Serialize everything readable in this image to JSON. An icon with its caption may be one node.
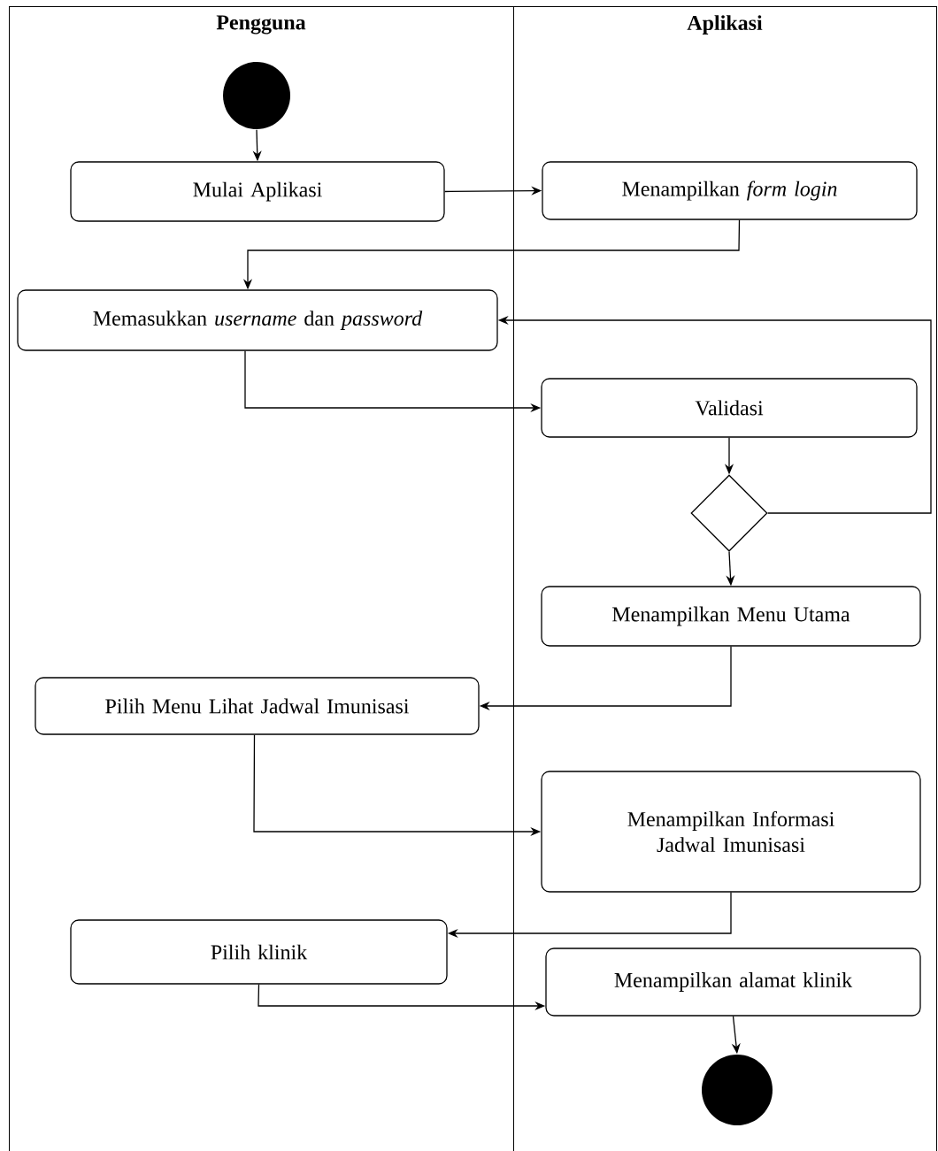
{
  "diagram": {
    "nodes": [
      {
        "text": [
          "Pengguna"
        ]
      },
      {
        "text": [
          "Aplikasi"
        ]
      },
      {
        "text": [],
        "shape": "circle",
        "in": 0
      },
      {
        "text": [
          "Mulai Aplikasi"
        ],
        "in": 0
      },
      {
        "text": [
          "Menampilkan *form login*"
        ],
        "in": 1
      },
      {
        "text": [
          "Memasukkan *username* dan *password*"
        ],
        "in": 0
      },
      {
        "text": [
          "Validasi"
        ],
        "in": 1
      },
      {
        "text": [],
        "shape": "diamond",
        "in": 1
      },
      {
        "text": [
          "Menampilkan Menu Utama"
        ],
        "in": 1
      },
      {
        "text": [
          "Pilih Menu Lihat Jadwal Imunisasi"
        ],
        "in": 0
      },
      {
        "text": [
          "Menampilkan Informasi Jadwal Imunisasi"
        ],
        "in": 1
      },
      {
        "text": [
          "Pilih klinik"
        ],
        "in": 0
      },
      {
        "text": [
          "Menampilkan alamat klinik"
        ],
        "in": 1
      },
      {
        "text": [],
        "shape": "circle",
        "in": 1
      }
    ],
    "edges": [
      {
        "from": 2,
        "to": 3,
        "arrow": "to"
      },
      {
        "from": 3,
        "to": 4,
        "arrow": "to"
      },
      {
        "from": 4,
        "to": 5,
        "arrow": "to"
      },
      {
        "from": 5,
        "to": 6,
        "arrow": "to"
      },
      {
        "from": 6,
        "to": 7,
        "arrow": "to"
      },
      {
        "from": 7,
        "to": 5,
        "arrow": "to"
      },
      {
        "from": 7,
        "to": 8,
        "arrow": "to"
      },
      {
        "from": 8,
        "to": 9,
        "arrow": "to"
      },
      {
        "from": 9,
        "to": 10,
        "arrow": "to"
      },
      {
        "from": 10,
        "to": 11,
        "arrow": "to"
      },
      {
        "from": 11,
        "to": 12,
        "arrow": "to"
      },
      {
        "from": 12,
        "to": 13,
        "arrow": "to"
      }
    ]
  }
}
